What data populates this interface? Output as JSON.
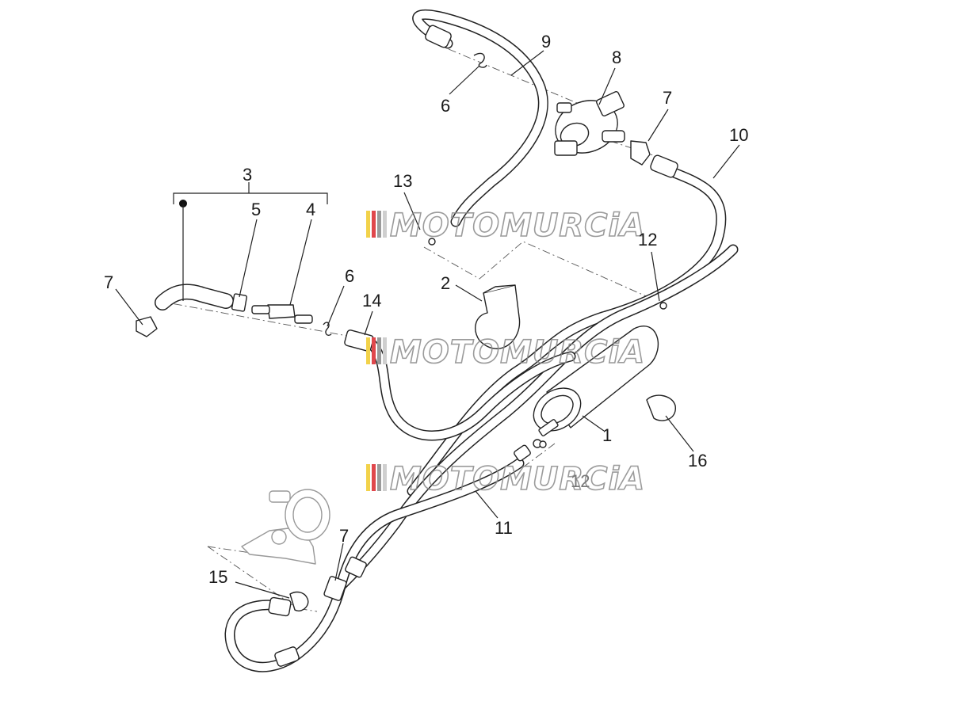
{
  "diagram": {
    "callouts": [
      {
        "id": "c1",
        "number": "1"
      },
      {
        "id": "c2",
        "number": "2"
      },
      {
        "id": "c3",
        "number": "3"
      },
      {
        "id": "c4",
        "number": "4"
      },
      {
        "id": "c5",
        "number": "5"
      },
      {
        "id": "c6a",
        "number": "6"
      },
      {
        "id": "c6b",
        "number": "6"
      },
      {
        "id": "c7a",
        "number": "7"
      },
      {
        "id": "c7b",
        "number": "7"
      },
      {
        "id": "c7c",
        "number": "7"
      },
      {
        "id": "c8",
        "number": "8"
      },
      {
        "id": "c9",
        "number": "9"
      },
      {
        "id": "c10",
        "number": "10"
      },
      {
        "id": "c11",
        "number": "11"
      },
      {
        "id": "c12",
        "number": "12"
      },
      {
        "id": "c13",
        "number": "13"
      },
      {
        "id": "c14",
        "number": "14"
      },
      {
        "id": "c15",
        "number": "15"
      },
      {
        "id": "c16",
        "number": "16"
      }
    ],
    "hidden_label": "12",
    "watermark": {
      "text": "MOTOMURCiA",
      "stripe_colors": [
        "#f2d24a",
        "#e0474c",
        "#9a9a9a",
        "#cfcfcf"
      ]
    }
  }
}
